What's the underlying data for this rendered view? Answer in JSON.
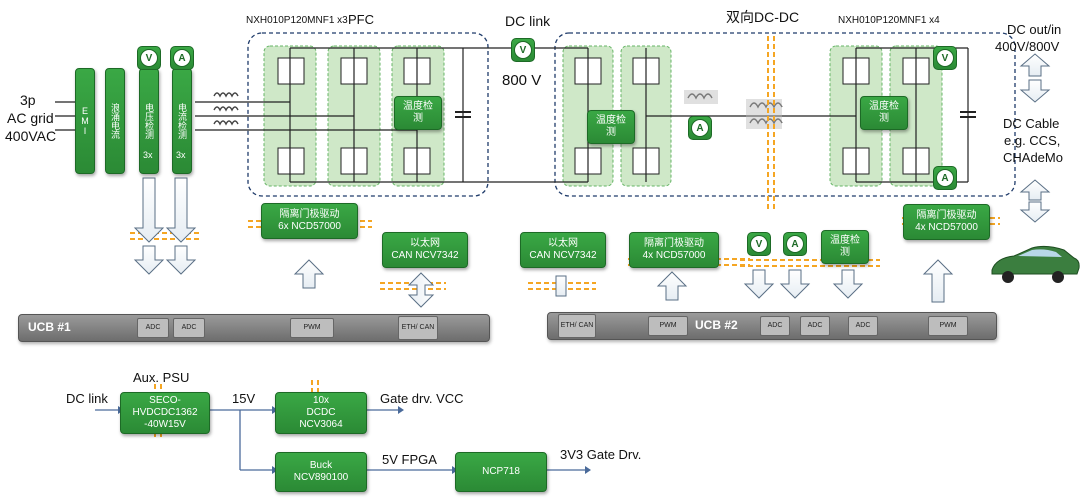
{
  "title_left": "NXH010P120MNF1 x3",
  "title_pfc": "PFC",
  "title_dclink": "DC link",
  "dclink_voltage": "800 V",
  "title_dcdc": "双向DC-DC",
  "title_right": "NXH010P120MNF1 x4",
  "dc_out": "DC out/in",
  "dc_out_voltage": "400V/800V",
  "dc_cable": "DC Cable",
  "dc_cable_eg": "e.g. CCS,",
  "dc_cable_std": "CHAdeMo",
  "grid_3p": "3p",
  "grid_ac": "AC grid",
  "grid_v": "400VAC",
  "emi": "EMI",
  "surge": "浪涌电流",
  "volt_detect": "电压检测",
  "curr_detect": "电流检测",
  "x3": "3x",
  "temp_detect": "温度检测",
  "gate_iso": "隔离门极驱动",
  "ncd_6x": "6x NCD57000",
  "ncd_4x_a": "4x NCD57000",
  "ncd_4x_b": "4x NCD57000",
  "ethernet": "以太网",
  "can": "CAN NCV7342",
  "meter_v": "V",
  "meter_a": "A",
  "ucb1": "UCB #1",
  "ucb2": "UCB #2",
  "adc": "ADC",
  "pwm": "PWM",
  "ethcan": "ETH/ CAN",
  "aux_psu": "Aux. PSU",
  "aux_dclink": "DC link",
  "secoa": "SECO-",
  "secob": "HVDCDC1362",
  "secoc": "-40W15V",
  "v15": "15V",
  "dcdc_a": "10x",
  "dcdc_b": "DCDC",
  "dcdc_c": "NCV3064",
  "gate_vcc": "Gate drv. VCC",
  "buck_a": "Buck",
  "buck_b": "NCV890100",
  "fpga": "5V FPGA",
  "ncp": "NCP718",
  "gate3v3": "3V3 Gate Drv."
}
